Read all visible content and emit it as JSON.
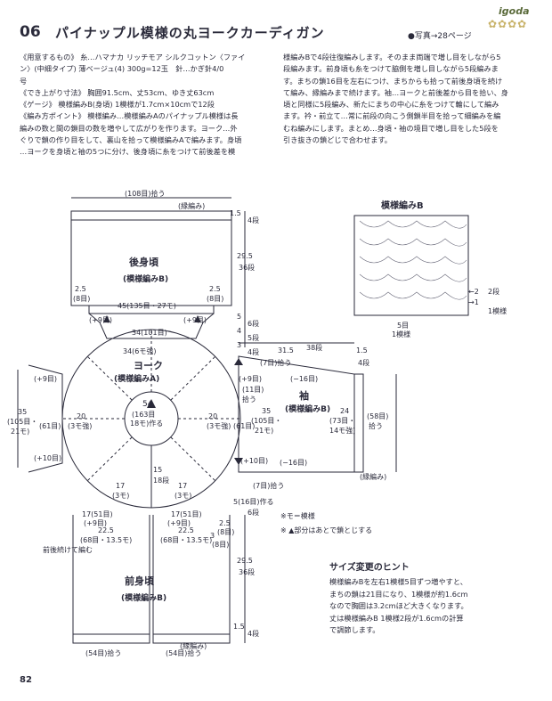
{
  "brand": {
    "name": "igoda",
    "deco": "✿✿✿✿"
  },
  "header": {
    "number": "06",
    "title": "パイナップル模様の丸ヨークカーディガン",
    "photo_ref": "●写真→28ページ"
  },
  "left_column": [
    "《用意するもの》 糸…ハマナカ リッチモア シルクコットン〈ファイ",
    "ン〉(中細タイプ) 薄ベージュ(4) 300g=12玉　針…かぎ針4/0",
    "号",
    "《でき上がり寸法》 胸囲91.5cm、丈53cm、ゆき丈63cm",
    "《ゲージ》 模様編みB(身頃) 1模様が1.7cm×10cmで12段",
    "《編み方ポイント》 模様編み…模様編みAのパイナップル模様は長",
    "編みの数と間の鎖目の数を増やして広がりを作ります。ヨーク…外",
    "ぐりで鎖の作り目をして、裏山を拾って模様編みAで編みます。身頃",
    "…ヨークを身頃と袖の5つに分け、後身頃に糸をつけて前後差を模"
  ],
  "right_column": [
    "様編みBで4段往復編みします。そのまま両端で増し目をしながら5",
    "段編みます。前身頃も糸をつけて脇側を増し目しながら5段編みま",
    "す。まちの鎖16目を左右につけ、まちからも拾って前後身頃を続け",
    "て編み、縁編みまで続けます。袖…ヨークと前後差から目を拾い、身",
    "頃と同様に5段編み、新たにまちの中心に糸をつけて輪にして編み",
    "ます。衿・前立て…常に前段の向こう側鎖半目を拾って細編みを編",
    "むね編みにします。まとめ…身頃・袖の境目で増し目をした5段を",
    "引き抜きの鎖どじで合わせます。"
  ],
  "diagram": {
    "back": {
      "label": "後身頃",
      "pattern": "(模様編みB)",
      "top_pickup": "(108目)拾う",
      "edge": "(縁編み)",
      "width": "45(135目・27モ)",
      "lower_width": "34(101目)",
      "left_inset": "2.5",
      "left_inset_sts": "(8目)",
      "right_inset": "2.5",
      "right_inset_sts": "(8目)",
      "inc_left": "(+9目)",
      "inc_right": "(+9目)"
    },
    "back_heights": {
      "edge_h": "1.5",
      "edge_rows": "4段",
      "body_h": "29.5",
      "body_rows": "36段",
      "a_h": "5",
      "a_rows": "6段",
      "b_h": "4",
      "b_rows": "5段",
      "c_h": "3",
      "c_rows": "4段"
    },
    "yoke": {
      "label": "ヨーク",
      "pattern": "(模様編みA)",
      "outer": "34(6モ強)",
      "center": "54",
      "center_sts": "(163目",
      "center_mod": "18モ)作る",
      "depth": "15",
      "depth_rows": "18段",
      "left_w": "20",
      "left_mod": "(3モ強)",
      "right_w": "20",
      "right_mod": "(3モ強)",
      "front_l": "17",
      "front_l_mod": "(3モ)",
      "front_r": "17",
      "front_r_mod": "(3モ)"
    },
    "left_side": {
      "inc_top": "(+9目)",
      "w": "35",
      "sts": "(105目・",
      "mod": "21モ)",
      "inner": "(61目)",
      "inc_bottom": "(+10目)"
    },
    "sleeve": {
      "label": "袖",
      "pattern": "(模様編みB)",
      "length": "31.5",
      "length_rows": "38段",
      "pickup_top": "(7目)拾う",
      "pickup_bottom": "(7目)拾う",
      "inc": "(+9目)",
      "inc2": "(+10目)",
      "pick_11": "(11目)",
      "pick_11b": "拾う",
      "w": "35",
      "sts": "(105目・",
      "mod": "21モ)",
      "inner": "(61目)",
      "dec_top": "(−16目)",
      "dec_bottom": "(−16目)",
      "cuff": "24",
      "cuff_sts": "(73目・",
      "cuff_mod": "14モ強)",
      "cuff_pick": "(58目)",
      "cuff_pick2": "拾う",
      "edge": "(縁編み)",
      "edge_h": "1.5",
      "edge_rows": "4段"
    },
    "front": {
      "label": "前身頃",
      "pattern": "(模様編みB)",
      "left_top": "17(51目)",
      "right_top": "17(51目)",
      "inc_left": "(+9目)",
      "inc_right": "(+9目)",
      "left_w": "22.5",
      "left_sts": "(68目・13.5モ)",
      "right_w": "22.5",
      "right_sts": "(68目・13.5モ)",
      "side_w": "2.5",
      "side_sts": "(8目)",
      "side2": "3",
      "side2_sts": "(8目)",
      "make": "5(16目)作る",
      "make_rows": "6段",
      "front_edge": "前後続けて編む",
      "body_h": "29.5",
      "body_rows": "36段",
      "edge_h": "1.5",
      "edge_rows": "4段",
      "pick_left": "(54目)拾う",
      "pick_right": "(54目)拾う",
      "edge": "(縁編み)"
    },
    "pattern_b": {
      "title": "模様編みB",
      "rows": "2段",
      "rows_mod": "1模様",
      "stitch": "5目",
      "stitch_mod": "1模様",
      "arrow1": "←2",
      "arrow2": "→1"
    }
  },
  "notes": {
    "mod": "※モ＝模様",
    "marks": "※ ▲部分はあとで鎖とじする"
  },
  "hint": {
    "title": "サイズ変更のヒント",
    "lines": [
      "模様編みBを左右1模様5目ずつ増やすと、",
      "まちの鎖は21目になり、1模様が約1.6cm",
      "なので胸囲は3.2cmほど大きくなります。",
      "丈は模様編みB 1模様2段が1.6cmの計算",
      "で調節します。"
    ]
  },
  "page_number": "82"
}
